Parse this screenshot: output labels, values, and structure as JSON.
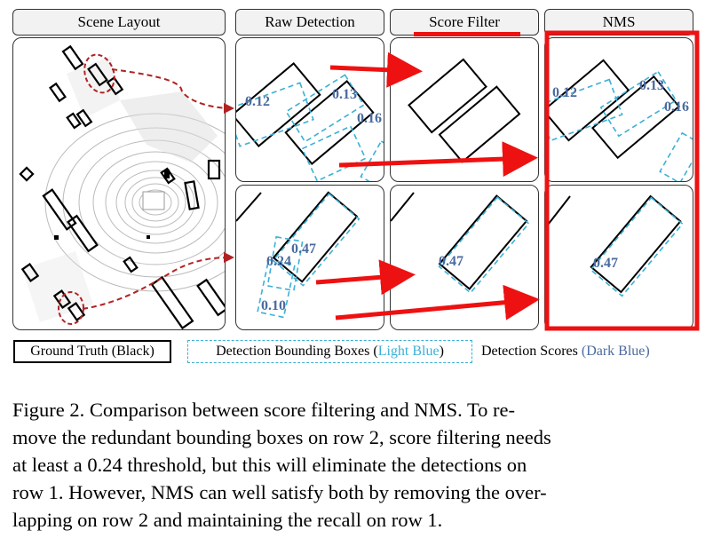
{
  "headers": {
    "scene_layout": "Scene Layout",
    "raw_detection": "Raw Detection",
    "score_filter": "Score Filter",
    "nms": "NMS"
  },
  "scores": {
    "row1": [
      "0.12",
      "0.13",
      "0.16"
    ],
    "row2": [
      "0.47",
      "0.24",
      "0.10"
    ],
    "filtered": "0.47",
    "nms_row1": [
      "0.12",
      "0.13",
      "0.16"
    ],
    "nms_row2": "0.47"
  },
  "legend": {
    "ground_truth": "Ground Truth (Black)",
    "detection_boxes_prefix": "Detection Bounding Boxes (",
    "detection_boxes_color": "Light Blue",
    "detection_boxes_suffix": ")",
    "detection_scores_prefix": "Detection Scores ",
    "detection_scores_color": "(Dark Blue)"
  },
  "caption": [
    "Figure 2.  Comparison between score filtering and NMS. To re-",
    "move the redundant bounding boxes on row 2, score filtering needs",
    "at least a 0.24 threshold, but this will eliminate the detections on",
    "row 1. However, NMS can well satisfy both by removing the over-",
    "lapping on row 2 and maintaining the recall on row 1."
  ],
  "colors": {
    "ground_truth": "#000000",
    "detection_box": "#3bb0d6",
    "detection_score": "#4a6a9e",
    "highlight": "#ee1111",
    "header_bg": "#f2f2f2"
  }
}
